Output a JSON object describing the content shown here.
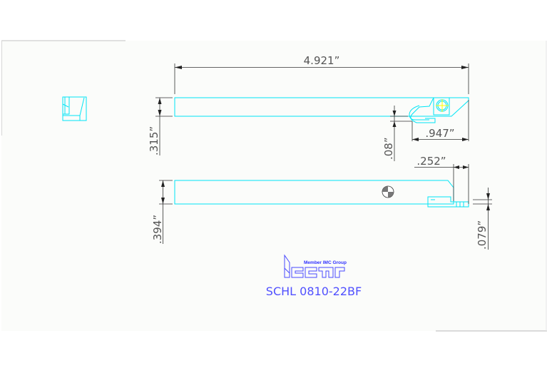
{
  "drawing": {
    "dimensions": {
      "overall_length": "4.921”",
      "shank_height_top": ".315”",
      "offset": ".08”",
      "head_length": ".947”",
      "head_width": ".252”",
      "shank_height_side": ".394”",
      "insert_height": ".079”"
    },
    "logo": {
      "tagline": "Member IMC Group",
      "brand": "ISCAR"
    },
    "part_number": "SCHL 0810-22BF",
    "colors": {
      "geometry": "#00e5f5",
      "dimension": "#555555",
      "title": "#5050ff",
      "centerline": "#ffff00"
    }
  }
}
